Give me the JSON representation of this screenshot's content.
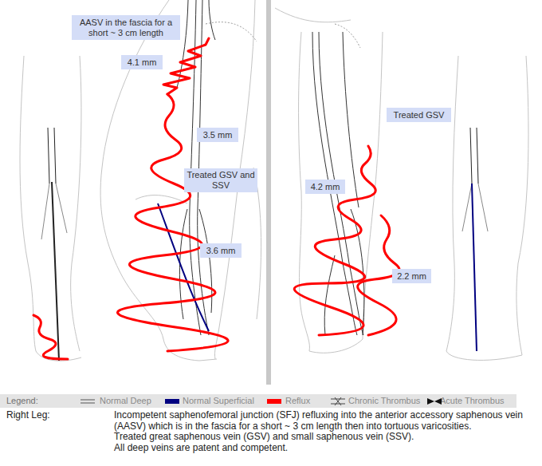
{
  "diagram": {
    "nodes": [
      {
        "text": [
          "AASV in the fascia for a short ~ 3 cm length"
        ]
      },
      {
        "text": [
          "4.1 mm"
        ]
      },
      {
        "text": [
          "Treated GSV"
        ]
      },
      {
        "text": [
          "3.5 mm"
        ]
      },
      {
        "text": [
          "Treated GSV and SSV"
        ]
      },
      {
        "text": [
          "4.2 mm"
        ]
      },
      {
        "text": [
          "3.6 mm"
        ]
      },
      {
        "text": [
          "2.2 mm"
        ]
      }
    ],
    "labels": [
      "Legend:",
      "Right Leg:",
      "Incompetent saphenofemoral junction (SFJ) refluxing into the anterior accessory saphenous vein (AASV) which is in the fascia for a short ~ 3 cm length then into tortuous varicosities.",
      "Treated great saphenous vein (GSV) and small saphenous vein (SSV).",
      "All deep veins are patent and competent."
    ],
    "legend": [
      {
        "text": "Normal Deep"
      },
      {
        "text": "Normal Superficial",
        "color": "#000080"
      },
      {
        "text": "Reflux",
        "color": "#ff0000"
      },
      {
        "text": "Chronic Thrombus"
      },
      {
        "text": "Acute Thrombus"
      }
    ]
  }
}
